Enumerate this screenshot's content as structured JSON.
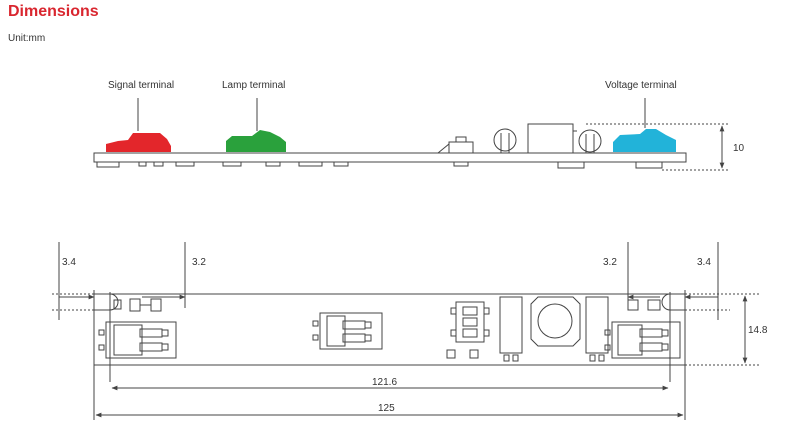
{
  "header": {
    "title": "Dimensions",
    "unit": "Unit:mm"
  },
  "side_view": {
    "labels": {
      "signal": "Signal terminal",
      "lamp": "Lamp terminal",
      "voltage": "Voltage terminal"
    },
    "height_dim": "10",
    "colors": {
      "signal": "#e3262b",
      "lamp": "#2aa13c",
      "voltage": "#22b3d9"
    }
  },
  "top_view": {
    "dims": {
      "left_outer": "3.4",
      "left_inner": "3.2",
      "right_inner": "3.2",
      "right_outer": "3.4",
      "height": "14.8",
      "inner_length": "121.6",
      "total_length": "125"
    }
  }
}
